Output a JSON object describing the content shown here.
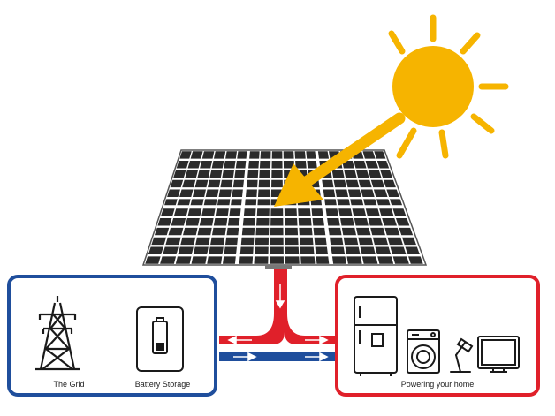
{
  "labels": {
    "grid": "The Grid",
    "battery": "Battery Storage",
    "home": "Powering your home"
  },
  "colors": {
    "sun": "#F6B400",
    "grid_box": "#1F4E9C",
    "home_box": "#E0202A",
    "flow_red": "#E0202A",
    "flow_blue": "#1F4E9C",
    "panel_cell": "#2B2B2B",
    "icon_stroke": "#1A1A1A"
  },
  "icons": [
    "sun-icon",
    "solar-panel-icon",
    "transmission-tower-icon",
    "battery-icon",
    "fridge-icon",
    "washing-machine-icon",
    "desk-lamp-icon",
    "tv-icon"
  ]
}
